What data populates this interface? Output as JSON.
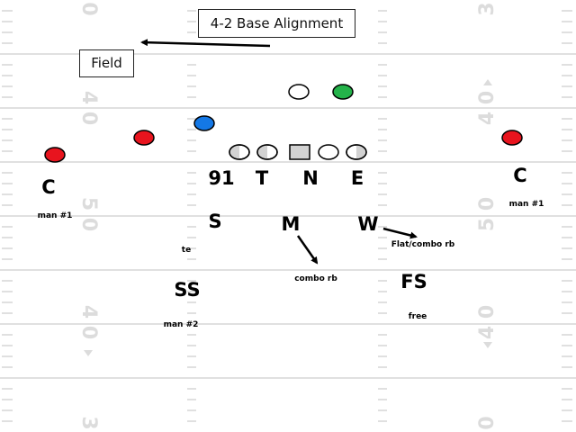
{
  "title": "4-2 Base Alignment",
  "field_label": "Field",
  "colors": {
    "field_line": "#d6d6d6",
    "yard_number": "#dcdcdc",
    "red": "#e8141e",
    "green": "#24b34a",
    "blue": "#1478e6",
    "gray": "#d2d2d2",
    "ink": "#000000"
  },
  "yard_numbers": [
    "0",
    "4 0",
    "5 0",
    "4 0",
    "3",
    "3",
    "4 0",
    "5 0",
    "4 0",
    "0"
  ],
  "offense": {
    "markers": [
      "white",
      "green",
      "blue",
      "red",
      "red",
      "red"
    ],
    "line": [
      "half",
      "half",
      "center",
      "white",
      "half"
    ]
  },
  "defense": {
    "labels": [
      "91",
      "T",
      "N",
      "E",
      "S",
      "M",
      "W",
      "C",
      "C",
      "SS",
      "FS"
    ],
    "assignments": [
      "man #1",
      "man #1",
      "te",
      "combo rb",
      "Flat/combo rb",
      "man #2",
      "free"
    ]
  }
}
